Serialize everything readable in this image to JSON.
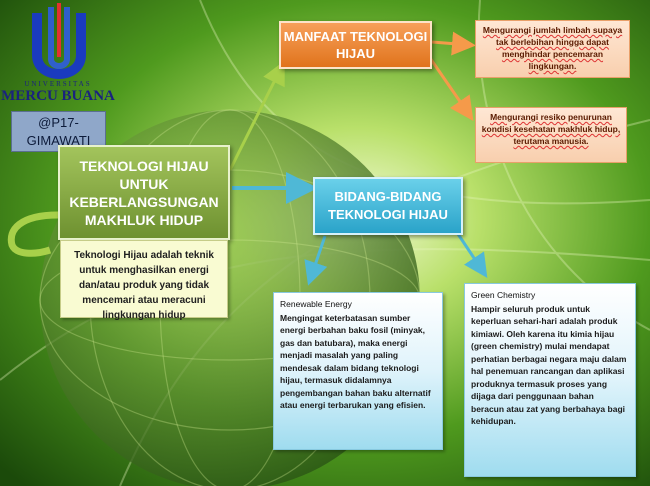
{
  "logo": {
    "university_label": "UNIVERSITAS",
    "name": "MERCU BUANA",
    "icon": "mercu-buana-logo"
  },
  "author": "@P17-GIMAWATI",
  "main_node": "TEKNOLOGI HIJAU UNTUK KEBERLANGSUNGAN MAKHLUK HIDUP",
  "definition": "Teknologi Hijau adalah teknik untuk menghasilkan energi dan/atau produk yang tidak mencemari atau meracuni lingkungan hidup",
  "manfaat": {
    "title": "MANFAAT TEKNOLOGI HIJAU",
    "items": [
      "Mengurangi jumlah limbah supaya tak berlebihan hingga dapat menghindar pencemaran lingkungan.",
      "Mengurangi resiko penurunan kondisi kesehatan makhluk hidup, terutama manusia."
    ]
  },
  "bidang": {
    "title": "BIDANG-BIDANG TEKNOLOGI HIJAU",
    "fields": [
      {
        "title": "Renewable Energy",
        "body": "Mengingat keterbatasan sumber energi berbahan baku fosil (minyak, gas dan batubara), maka energi menjadi masalah yang paling mendesak dalam bidang teknologi hijau, termasuk didalamnya pengembangan bahan baku alternatif atau energi terbarukan yang efisien."
      },
      {
        "title": "Green Chemistry",
        "body": "Hampir seluruh produk untuk keperluan sehari-hari adalah produk kimiawi. Oleh karena itu kimia hijau (green chemistry) mulai mendapat perhatian berbagai negara maju dalam hal penemuan rancangan dan aplikasi produknya termasuk proses yang dijaga dari penggunaan bahan beracun atau zat yang berbahaya bagi kehidupan."
      }
    ]
  },
  "colors": {
    "main_node": "#8bb043",
    "manfaat_node": "#f08a3a",
    "bidang_node": "#3dbbdc",
    "benefit_box": "#fbdcc2",
    "definition_box": "#f9fbd2",
    "arrow_orange": "#f59a4a",
    "arrow_blue": "#4fb8d6",
    "arrow_green": "#a8d04a"
  }
}
